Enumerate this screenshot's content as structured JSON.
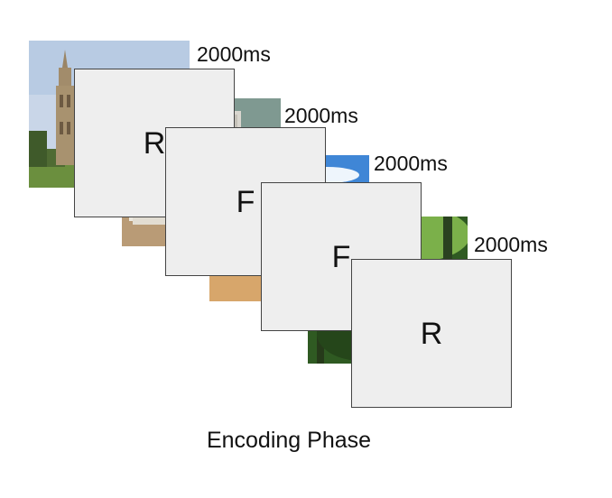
{
  "trials": [
    {
      "image": "church-tower-photo",
      "letter": "R",
      "duration": "2000ms"
    },
    {
      "image": "office-room-photo",
      "letter": "F",
      "duration": "2000ms"
    },
    {
      "image": "beach-photo",
      "letter": "F",
      "duration": "2000ms"
    },
    {
      "image": "forest-photo",
      "letter": "R",
      "duration": "2000ms"
    }
  ],
  "caption": "Encoding Phase",
  "colors": {
    "card_fill": "#eeeeee",
    "card_border": "#444444",
    "text": "#111111"
  }
}
